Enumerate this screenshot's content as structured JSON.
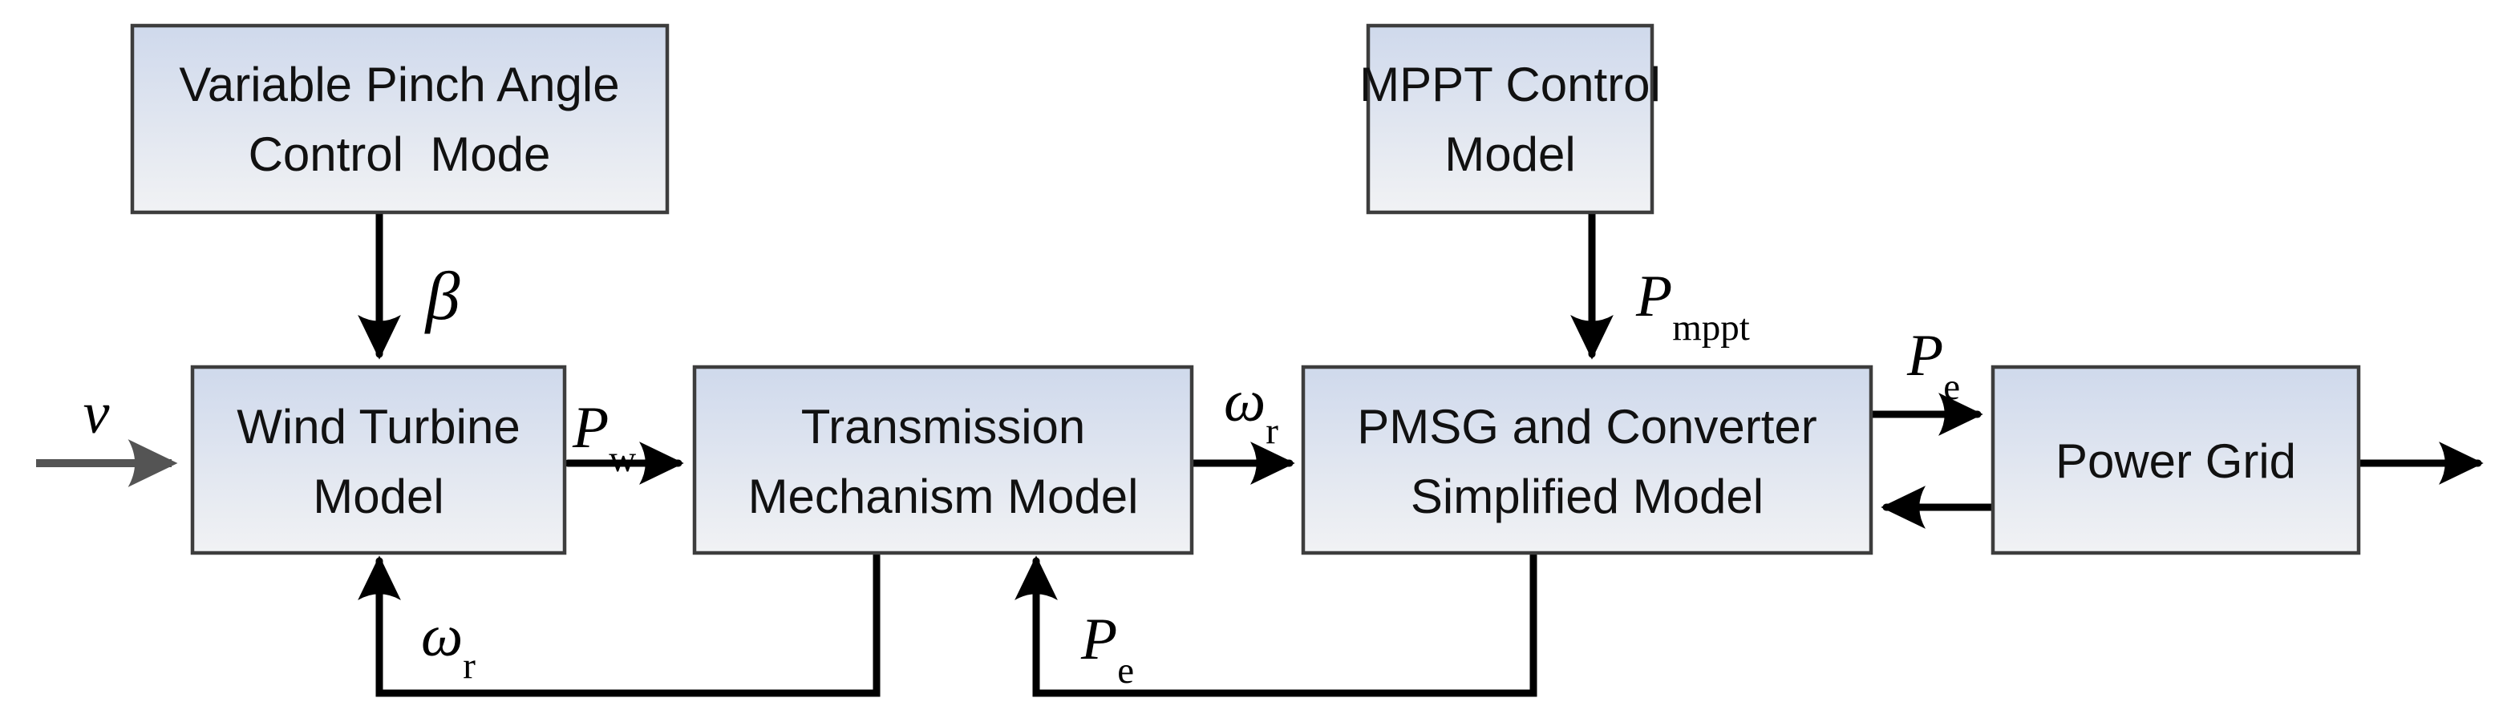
{
  "blocks": {
    "pitch_control": {
      "line1": "Variable Pinch Angle",
      "line2": "Control  Mode"
    },
    "mppt_control": {
      "line1": "MPPT Control",
      "line2": "Model"
    },
    "wind_turbine": {
      "line1": "Wind Turbine",
      "line2": "Model"
    },
    "transmission": {
      "line1": "Transmission",
      "line2": "Mechanism Model"
    },
    "pmsg": {
      "line1": "PMSG and Converter",
      "line2": "Simplified Model"
    },
    "power_grid": {
      "line1": "Power Grid"
    }
  },
  "signals": {
    "wind_speed": {
      "main": "v"
    },
    "pitch_angle": {
      "main": "β"
    },
    "wind_power": {
      "main": "P",
      "sub": "w"
    },
    "rotor_speed_mid": {
      "main": "ω",
      "sub": "r"
    },
    "mppt_power": {
      "main": "P",
      "sub": "mppt"
    },
    "electric_power_top": {
      "main": "P",
      "sub": "e"
    },
    "rotor_speed_feedback": {
      "main": "ω",
      "sub": "r"
    },
    "electric_power_feedback": {
      "main": "P",
      "sub": "e"
    }
  },
  "colors": {
    "background": "#ffffff",
    "box_fill_top": "#cfd9ec",
    "box_fill_bottom": "#f1f2f4",
    "box_border": "#3d3d3d",
    "connector": "#000000",
    "wind_input_arrow": "#545454",
    "text": "#111111"
  }
}
